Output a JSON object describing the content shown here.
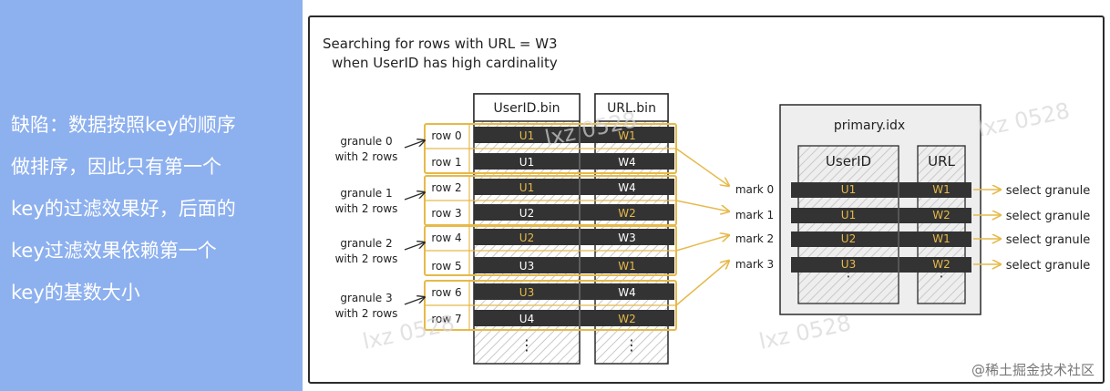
{
  "sidebar": {
    "lines": [
      "缺陷：数据按照key的顺序",
      "做排序，因此只有第一个",
      "key的过滤效果好，后面的",
      "key过滤效果依赖第一个",
      "key的基数大小"
    ]
  },
  "diagram": {
    "title_lines": [
      "Searching for rows with URL = W3",
      "when UserID has high cardinality"
    ],
    "columns": {
      "userid_bin": "UserID.bin",
      "url_bin": "URL.bin"
    },
    "granules": [
      {
        "label1": "granule 0",
        "label2": "with 2 rows"
      },
      {
        "label1": "granule 1",
        "label2": "with 2 rows"
      },
      {
        "label1": "granule 2",
        "label2": "with 2 rows"
      },
      {
        "label1": "granule 3",
        "label2": "with 2 rows"
      }
    ],
    "rows": [
      {
        "label": "row 0",
        "userid": "U1",
        "url": "W1",
        "dark": true
      },
      {
        "label": "row 1",
        "userid": "U1",
        "url": "W4",
        "dark": false
      },
      {
        "label": "row 2",
        "userid": "U1",
        "url": "W4",
        "dark": true
      },
      {
        "label": "row 3",
        "userid": "U2",
        "url": "W2",
        "dark": false
      },
      {
        "label": "row 4",
        "userid": "U2",
        "url": "W3",
        "dark": true
      },
      {
        "label": "row 5",
        "userid": "U3",
        "url": "W1",
        "dark": false
      },
      {
        "label": "row 6",
        "userid": "U3",
        "url": "W4",
        "dark": true
      },
      {
        "label": "row 7",
        "userid": "U4",
        "url": "W2",
        "dark": false
      }
    ],
    "index": {
      "title": "primary.idx",
      "userid_col": "UserID",
      "url_col": "URL",
      "marks": [
        {
          "label": "mark 0",
          "userid": "U1",
          "url": "W1",
          "action": "select granule"
        },
        {
          "label": "mark 1",
          "userid": "U1",
          "url": "W2",
          "action": "select granule"
        },
        {
          "label": "mark 2",
          "userid": "U2",
          "url": "W1",
          "action": "select granule"
        },
        {
          "label": "mark 3",
          "userid": "U3",
          "url": "W2",
          "action": "select granule"
        }
      ]
    },
    "watermarks": [
      "lxz 0528",
      "lxz 0528",
      "lxz 0528",
      "lxz 0528"
    ],
    "credit": "@稀土掘金技术社区",
    "colors": {
      "highlight": "#e6b94a",
      "bar": "#333333",
      "hatch": "#d8d8d8",
      "panel_bg": "#8db0ef"
    }
  }
}
